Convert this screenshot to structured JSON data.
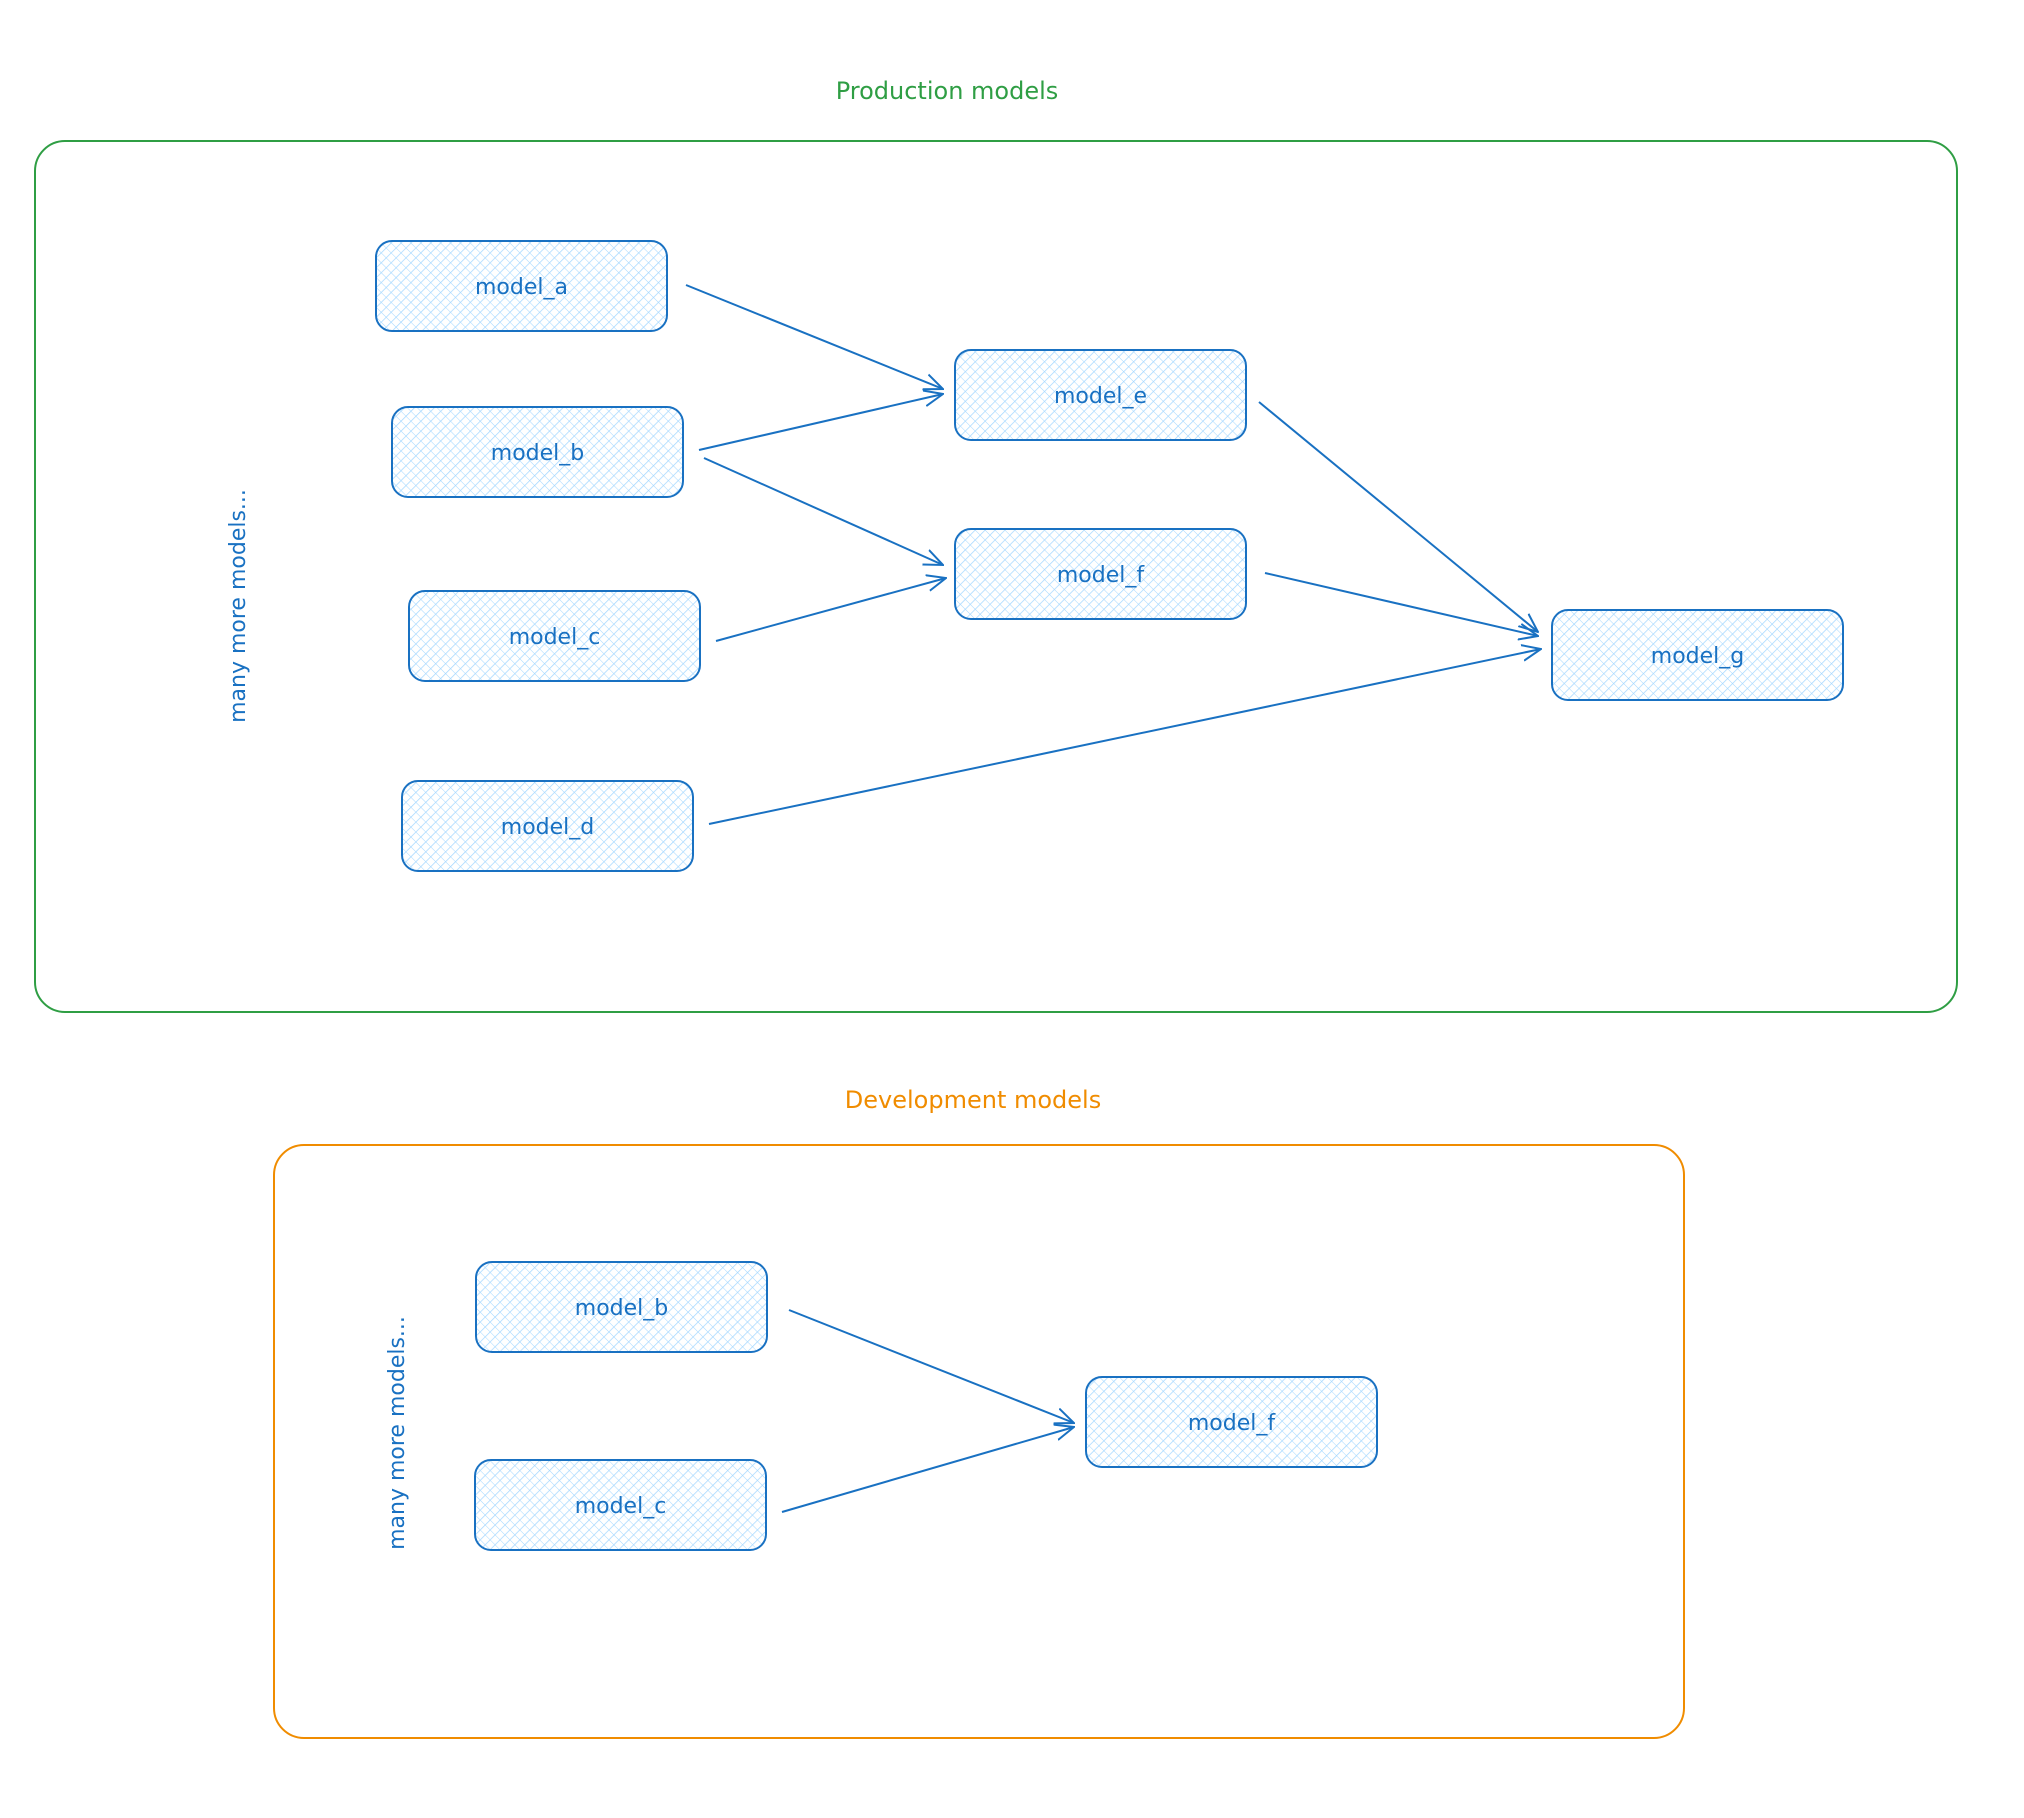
{
  "colors": {
    "production": "#2f9e44",
    "development": "#f08c00",
    "node_stroke": "#1971c2",
    "node_fill": "#a5d8ff"
  },
  "production": {
    "title": "Production models",
    "note": "many more models...",
    "nodes": [
      "model_a",
      "model_b",
      "model_c",
      "model_d",
      "model_e",
      "model_f",
      "model_g"
    ],
    "edges": [
      [
        "model_a",
        "model_e"
      ],
      [
        "model_b",
        "model_e"
      ],
      [
        "model_b",
        "model_f"
      ],
      [
        "model_c",
        "model_f"
      ],
      [
        "model_e",
        "model_g"
      ],
      [
        "model_f",
        "model_g"
      ],
      [
        "model_d",
        "model_g"
      ]
    ]
  },
  "development": {
    "title": "Development models",
    "note": "many more models...",
    "nodes": [
      "model_b",
      "model_c",
      "model_f"
    ],
    "edges": [
      [
        "model_b",
        "model_f"
      ],
      [
        "model_c",
        "model_f"
      ]
    ]
  }
}
